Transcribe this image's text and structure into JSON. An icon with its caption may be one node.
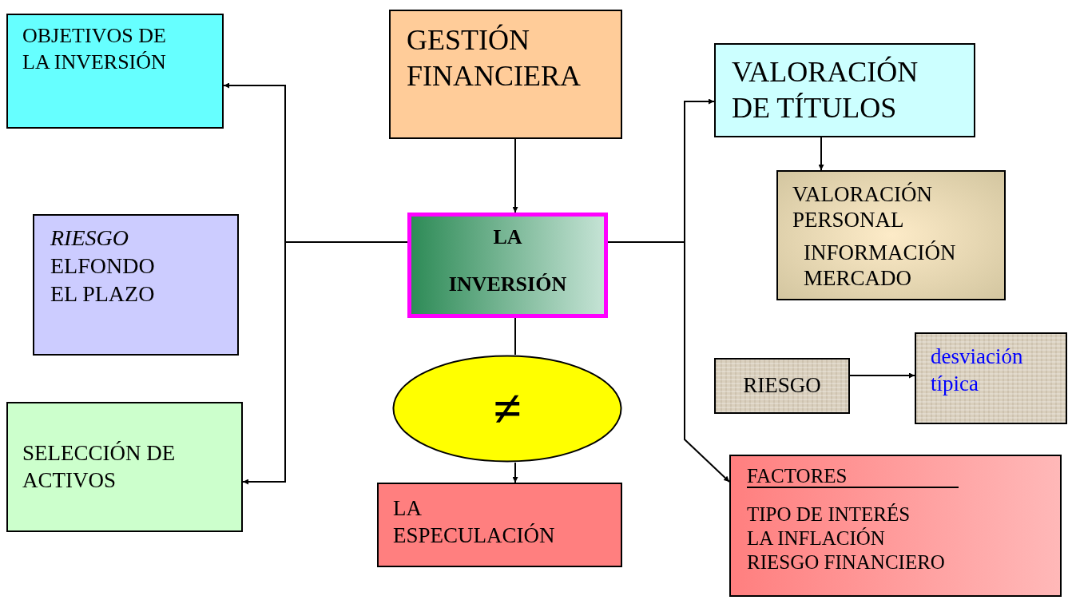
{
  "diagram": {
    "nodes": [
      {
        "text": [
          "OBJETIVOS DE LA INVERSIÓN"
        ]
      },
      {
        "text": [
          "GESTIÓN FINANCIERA"
        ]
      },
      {
        "text": [
          "VALORACIÓN DE TÍTULOS"
        ]
      },
      {
        "text": [
          "*RIESGO* ELFONDO EL PLAZO"
        ]
      },
      {
        "text": [
          "LA",
          "INVERSIÓN"
        ]
      },
      {
        "text": [
          "VALORACIÓN PERSONAL",
          "INFORMACIÓN MERCADO"
        ]
      },
      {
        "text": [
          "RIESGO"
        ]
      },
      {
        "text": [
          "desviación típica"
        ]
      },
      {
        "text": [
          "≠"
        ]
      },
      {
        "text": [
          "SELECCIÓN DE ACTIVOS"
        ]
      },
      {
        "text": [
          "LA ESPECULACIÓN"
        ]
      },
      {
        "text": [
          "FACTORES",
          "TIPO DE INTERÉS",
          "LA INFLACIÓN",
          "RIESGO FINANCIERO"
        ]
      }
    ],
    "edges": [
      {
        "from": 1,
        "to": 4,
        "arrow": "to"
      },
      {
        "from": 4,
        "to": 0,
        "arrow": "to"
      },
      {
        "from": 4,
        "to": 9,
        "arrow": "to"
      },
      {
        "from": 4,
        "to": 2,
        "arrow": "to"
      },
      {
        "from": 4,
        "to": 11,
        "arrow": "to"
      },
      {
        "from": 2,
        "to": 5,
        "arrow": "to"
      },
      {
        "from": 6,
        "to": 7,
        "arrow": "to"
      },
      {
        "from": 4,
        "to": 8,
        "arrow": "none"
      },
      {
        "from": 8,
        "to": 10,
        "arrow": "to"
      }
    ]
  }
}
